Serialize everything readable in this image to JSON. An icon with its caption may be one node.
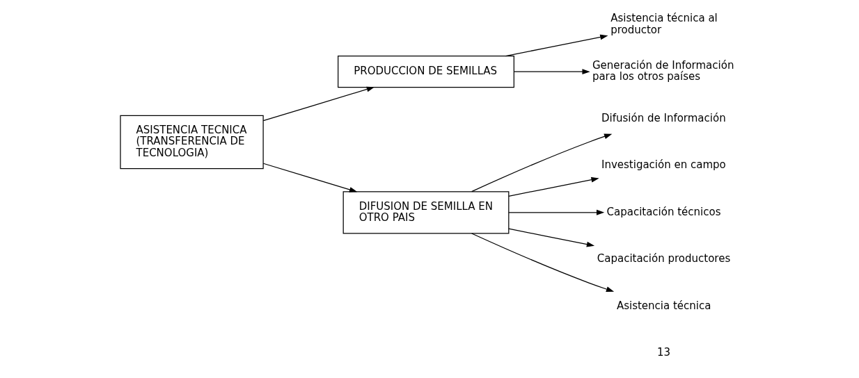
{
  "diagram": {
    "nodes": [
      {
        "text": [
          "ASISTENCIA TECNICA (TRANSFERENCIA DE TECNOLOGIA)"
        ]
      },
      {
        "text": [
          "PRODUCCION DE SEMILLAS"
        ]
      },
      {
        "text": [
          "DIFUSION DE SEMILLA EN OTRO PAIS"
        ]
      },
      {
        "text": [
          "Asistencia técnica al productor"
        ]
      },
      {
        "text": [
          "Generación de Información para los otros países"
        ]
      },
      {
        "text": [
          "Difusión de Información"
        ]
      },
      {
        "text": [
          "Investigación en campo"
        ]
      },
      {
        "text": [
          "Capacitación técnicos"
        ]
      },
      {
        "text": [
          "Capacitación productores"
        ]
      },
      {
        "text": [
          "Asistencia técnica"
        ]
      }
    ],
    "edges": [
      {
        "from": 0,
        "to": 1,
        "arrow": "to"
      },
      {
        "from": 0,
        "to": 2,
        "arrow": "to"
      },
      {
        "from": 1,
        "to": 3,
        "arrow": "to"
      },
      {
        "from": 1,
        "to": 4,
        "arrow": "to"
      },
      {
        "from": 2,
        "to": 5,
        "arrow": "to"
      },
      {
        "from": 2,
        "to": 6,
        "arrow": "to"
      },
      {
        "from": 2,
        "to": 7,
        "arrow": "to"
      },
      {
        "from": 2,
        "to": 8,
        "arrow": "to"
      },
      {
        "from": 2,
        "to": 9,
        "arrow": "to"
      }
    ],
    "labels": [
      "13"
    ]
  }
}
